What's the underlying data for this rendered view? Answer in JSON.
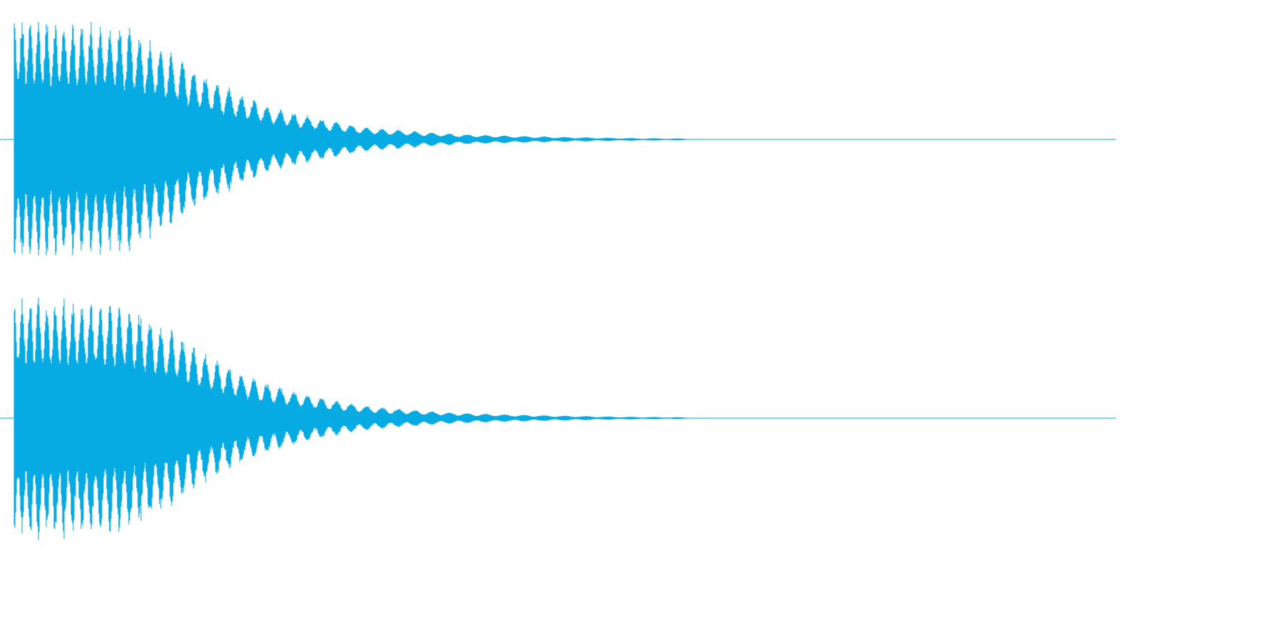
{
  "chart_data": {
    "type": "area",
    "title": "",
    "xlabel": "",
    "ylabel": "",
    "grid": false,
    "legend": "none",
    "color": "#06abe4",
    "xlim": [
      0,
      1
    ],
    "ylim": [
      -1,
      1
    ],
    "envelope": {
      "x": [
        0.0,
        0.02,
        0.06,
        0.09,
        0.11,
        0.13,
        0.15,
        0.17,
        0.19,
        0.21,
        0.23,
        0.26,
        0.29,
        0.32,
        0.36,
        0.4,
        0.45,
        0.5,
        0.55,
        0.6,
        0.64,
        1.0
      ],
      "peak": [
        1.0,
        0.99,
        0.97,
        0.95,
        0.9,
        0.8,
        0.68,
        0.55,
        0.45,
        0.36,
        0.29,
        0.21,
        0.15,
        0.1,
        0.07,
        0.045,
        0.03,
        0.02,
        0.012,
        0.008,
        0.0,
        0.0
      ]
    },
    "channels": [
      {
        "id": "channel-1"
      },
      {
        "id": "channel-2"
      }
    ]
  }
}
